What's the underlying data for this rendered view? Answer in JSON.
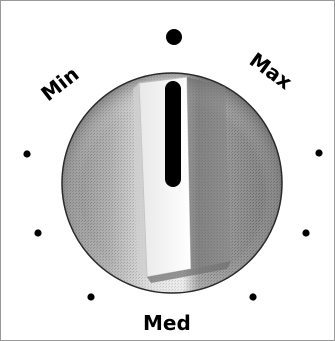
{
  "dial": {
    "labels": {
      "min": "Min",
      "max": "Max",
      "med": "Med"
    },
    "indicator_position": "top-center",
    "colors": {
      "background": "#ffffff",
      "border": "#9a9a9a",
      "pointer": "#000000",
      "tick": "#000000",
      "knob_light": "#f2f2f2",
      "knob_mid": "#b8b8b8",
      "knob_dark": "#5a5a5a"
    }
  }
}
